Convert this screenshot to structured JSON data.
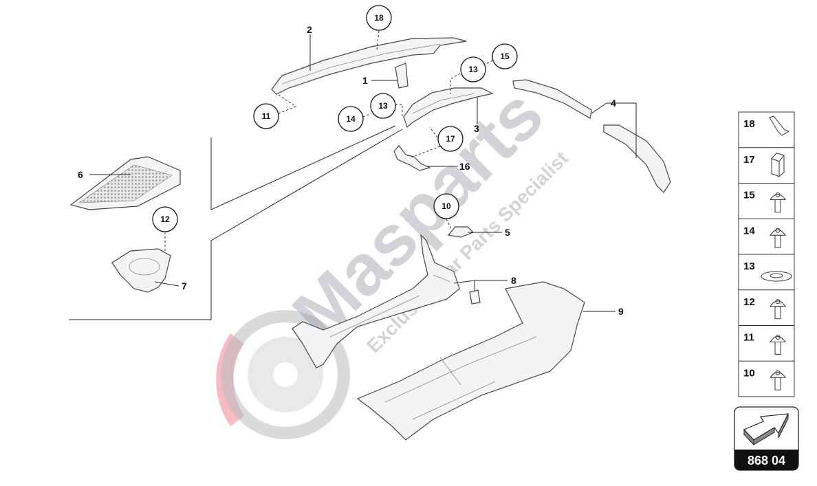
{
  "diagram": {
    "part_labels": {
      "p1": "1",
      "p2": "2",
      "p3": "3",
      "p4": "4",
      "p5": "5",
      "p6": "6",
      "p7": "7",
      "p8": "8",
      "p9": "9",
      "p16": "16"
    },
    "callouts": {
      "c18": "18",
      "c15": "15",
      "c13a": "13",
      "c13b": "13",
      "c14": "14",
      "c11": "11",
      "c17": "17",
      "c12": "12",
      "c10": "10"
    }
  },
  "watermark": {
    "brand": "Masparts",
    "tagline": "Exclusive Car Parts Specialist"
  },
  "legend": {
    "items": [
      {
        "number": "18",
        "icon": "clip-icon"
      },
      {
        "number": "17",
        "icon": "block-icon"
      },
      {
        "number": "15",
        "icon": "screw-icon"
      },
      {
        "number": "14",
        "icon": "screw-icon"
      },
      {
        "number": "13",
        "icon": "washer-icon"
      },
      {
        "number": "12",
        "icon": "screw-icon"
      },
      {
        "number": "11",
        "icon": "screw-icon"
      },
      {
        "number": "10",
        "icon": "screw-icon"
      }
    ]
  },
  "navigation": {
    "page_number": "868 04",
    "icon": "next-arrow-icon"
  },
  "colors": {
    "watermark_gray": "#9aa0a6",
    "watermark_red": "#f2a0a8",
    "line": "#222222"
  }
}
